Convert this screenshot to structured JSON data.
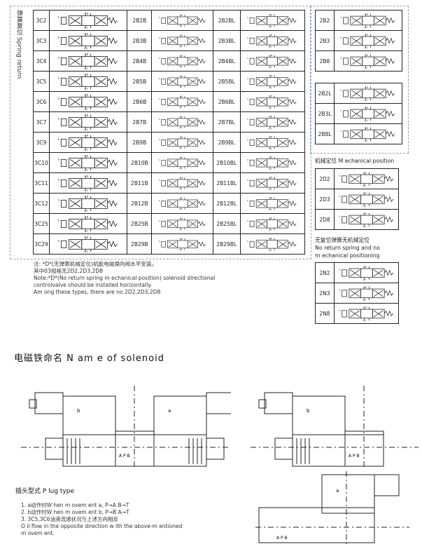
{
  "side_label": "弹簧复位 Spring return",
  "main_table": {
    "rows": [
      {
        "c1": "3C2",
        "c2": "2B2B",
        "c3": "2B2BL"
      },
      {
        "c1": "3C3",
        "c2": "2B3B",
        "c3": "2B3BL"
      },
      {
        "c1": "3C4",
        "c2": "2B4B",
        "c3": "2B4BL"
      },
      {
        "c1": "3C5",
        "c2": "2B5B",
        "c3": "2B5BL"
      },
      {
        "c1": "3C6",
        "c2": "2B6B",
        "c3": "2B6BL"
      },
      {
        "c1": "3C7",
        "c2": "2B7B",
        "c3": "2B7BL"
      },
      {
        "c1": "3C9",
        "c2": "2B9B",
        "c3": "2B9BL"
      },
      {
        "c1": "3C10",
        "c2": "2B10B",
        "c3": "2B10BL"
      },
      {
        "c1": "3C11",
        "c2": "2B11B",
        "c3": "2B11BL"
      },
      {
        "c1": "3C12",
        "c2": "2B12B",
        "c3": "2B12BL"
      },
      {
        "c1": "3C25",
        "c2": "2B25B",
        "c3": "2B25BL"
      },
      {
        "c1": "3C29",
        "c2": "2B29B",
        "c3": "2B29BL"
      }
    ]
  },
  "right_spring": [
    "2B2",
    "2B3",
    "2B8"
  ],
  "right_spring_l": [
    "2B2L",
    "2B3L",
    "2B8L"
  ],
  "mech_title": "机械定位 M echanical position",
  "mech_rows": [
    "2D2",
    "2D3",
    "2D8"
  ],
  "nomech_title_cn": "无复位弹簧无机械定位",
  "nomech_title_en1": "No return spring and no",
  "nomech_title_en2": "m echanical positioning",
  "nomech_rows": [
    "2N2",
    "2N3",
    "2N8"
  ],
  "notes": [
    "注: *D*(无弹簧机械定位)机能电磁换向阀水平安装。",
    "其中03规格无2D2,2D3,2D8",
    "Note:*D*(No return spring m echanical position) solenoid directional",
    "controlvalve should be installed horizontally.",
    "Am ong these types, there are no 2D2,2D3,2D8"
  ],
  "solenoid_heading": "电磁铁命名   N am e of solenoid",
  "drawing_labels": {
    "b": "b",
    "a": "a",
    "apb": "A  P  B"
  },
  "plug_heading": "插头型式    P lug type",
  "plug_items": [
    "1. a动作时W hen m ovem ent a,  P→A  B→T",
    "2. b动作时W hen m ovem ent b,  P→B  A→T",
    "3. 3C5,3C6油液流通状况与上述方向相反",
    "    O il flow  in the opposite direction w ith the above-m entioned",
    "    m ovem ent."
  ],
  "port_labels": {
    "ab": "A  B",
    "pt": "P  T",
    "a": "a",
    "b": "b"
  },
  "colors": {
    "frame": "#8aa6c8",
    "line": "#222222"
  }
}
